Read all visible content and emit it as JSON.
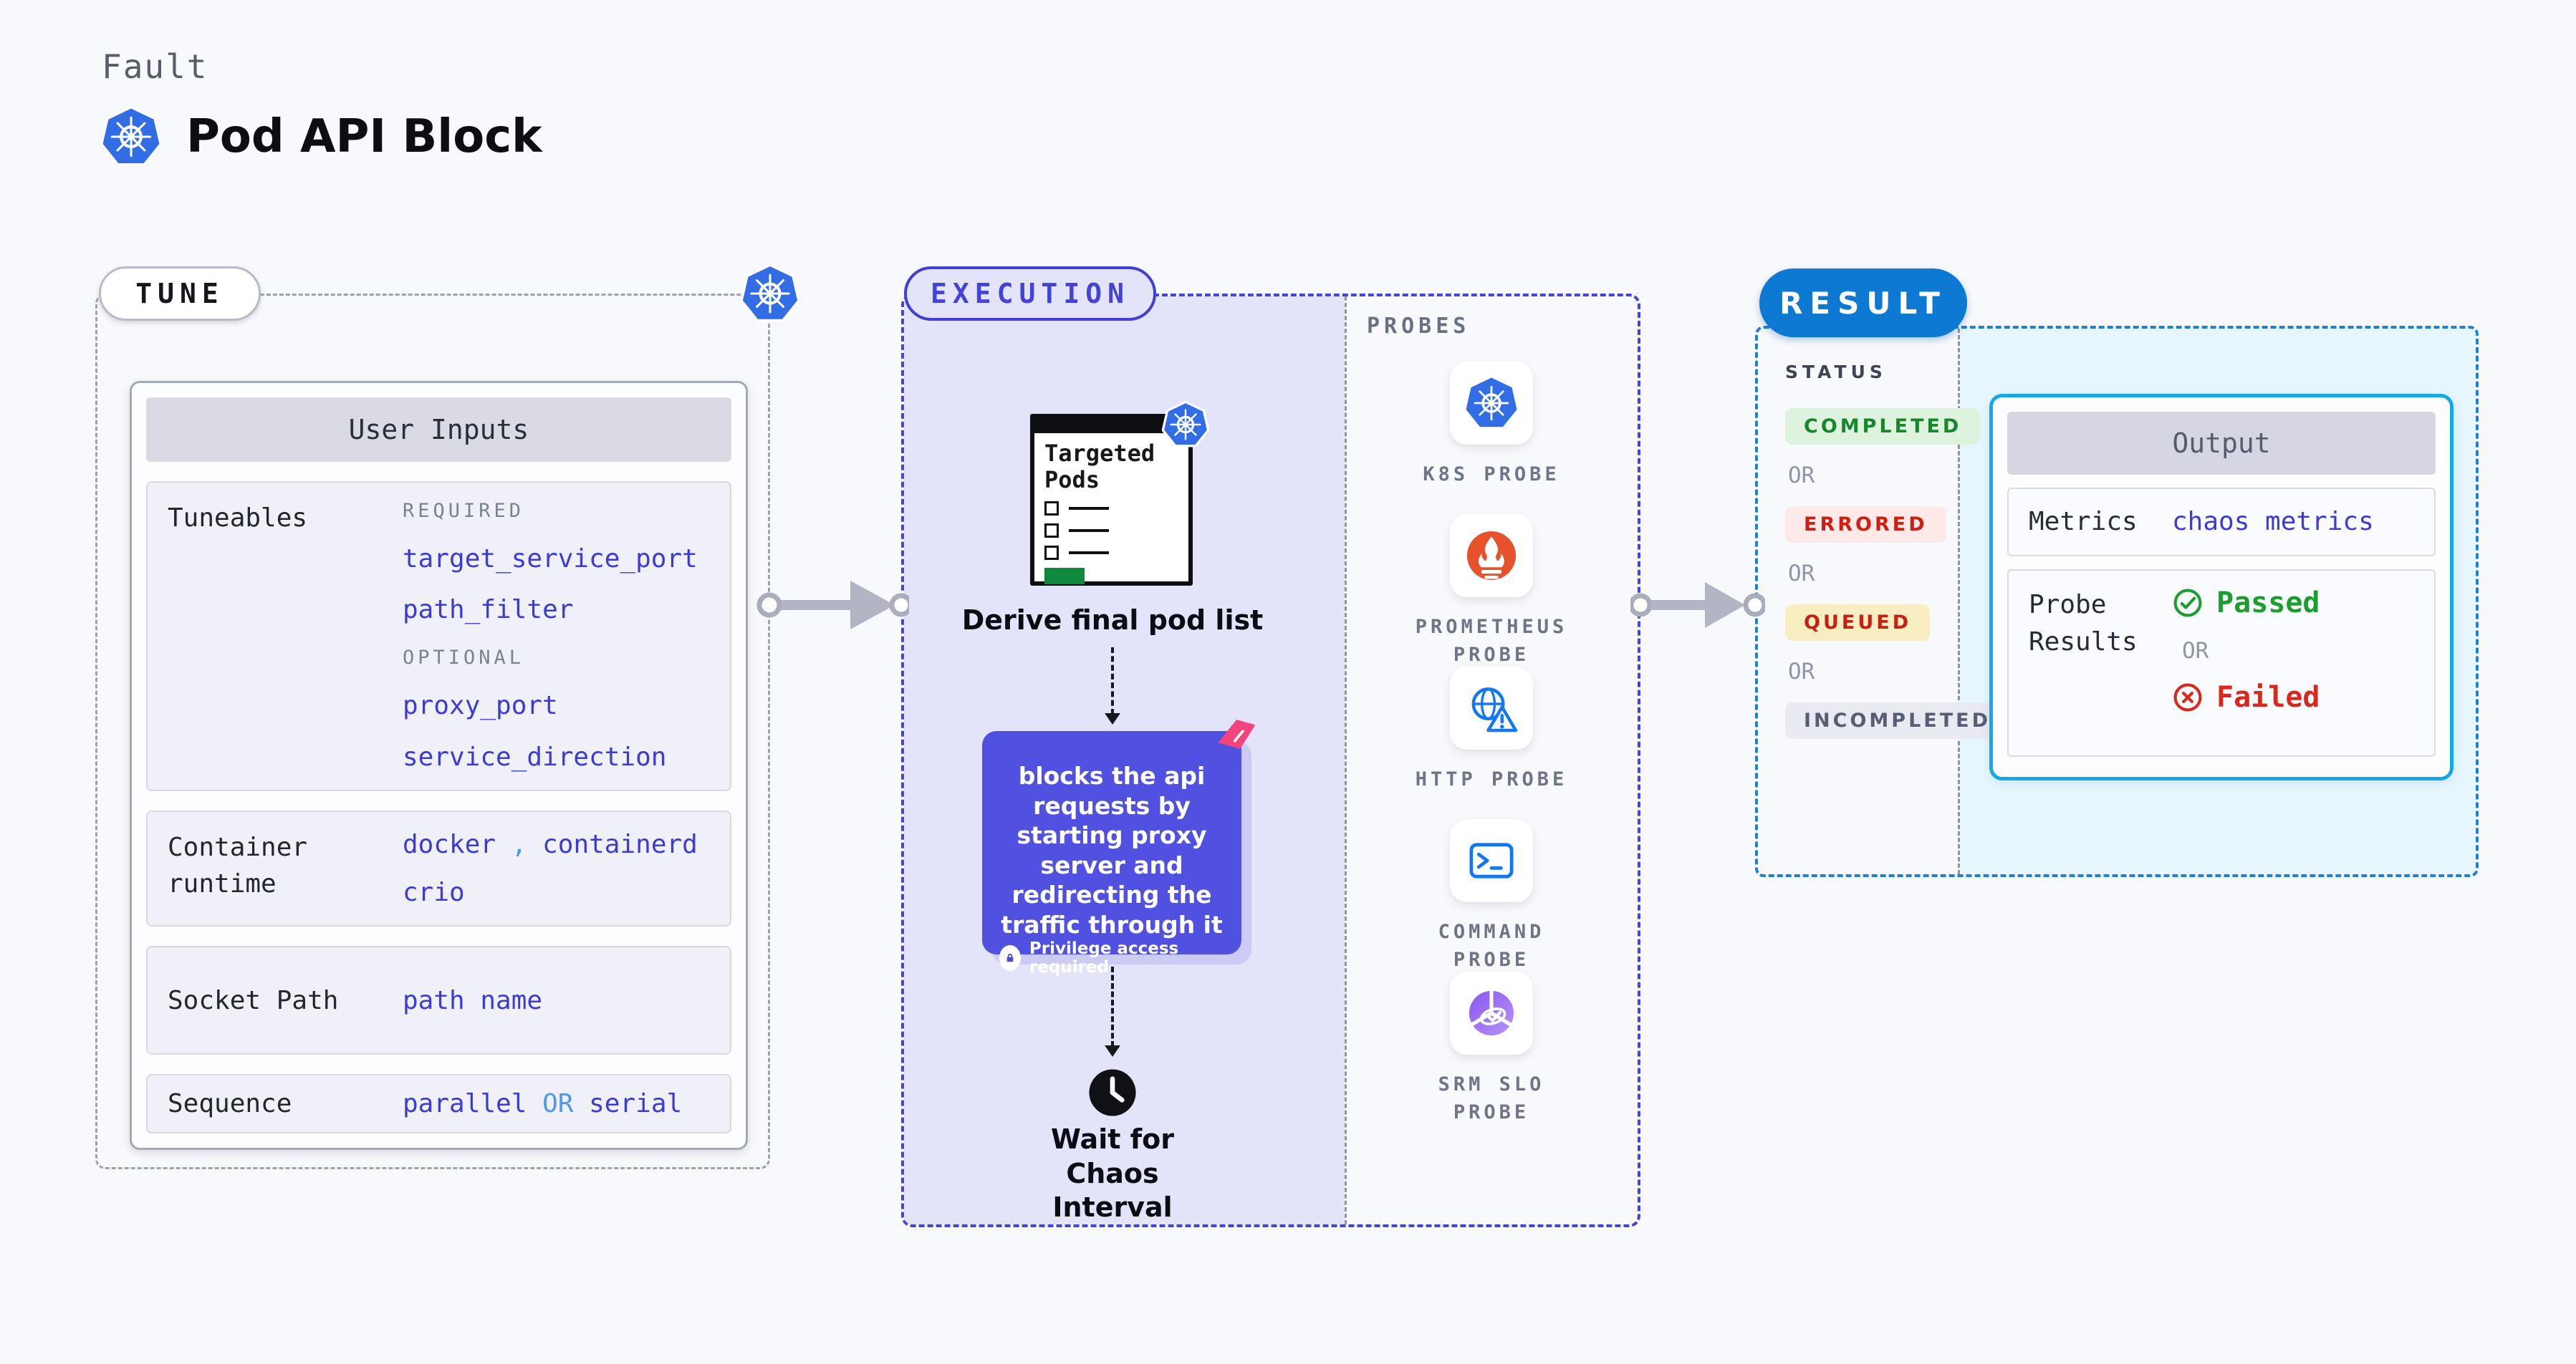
{
  "header": {
    "kicker": "Fault",
    "title": "Pod API Block",
    "logo_icon": "kubernetes-icon"
  },
  "tune": {
    "pill_label": "TUNE",
    "corner_icon": "kubernetes-icon",
    "user_inputs": {
      "header": "User Inputs",
      "tuneables": {
        "label": "Tuneables",
        "required_heading": "REQUIRED",
        "required_items": [
          "target_service_port",
          "path_filter"
        ],
        "optional_heading": "OPTIONAL",
        "optional_items": [
          "proxy_port",
          "service_direction"
        ]
      },
      "container_runtime": {
        "label": "Container runtime",
        "value_1": "docker",
        "separator": ",",
        "value_2": "containerd",
        "value_3": "crio"
      },
      "socket_path": {
        "label": "Socket Path",
        "value": "path name"
      },
      "sequence": {
        "label": "Sequence",
        "value_1": "parallel",
        "or": "OR",
        "value_2": "serial"
      }
    }
  },
  "execution": {
    "pill_label": "EXECUTION",
    "targeted_pods": {
      "title": "Targeted Pods",
      "badge_icon": "kubernetes-icon"
    },
    "derive_caption": "Derive final pod list",
    "description": "blocks the api requests by starting proxy server and redirecting the traffic through it",
    "privilege_note": "Privilege access required",
    "wait_caption": "Wait for Chaos Interval",
    "probes": {
      "heading": "PROBES",
      "items": [
        {
          "label": "K8S PROBE",
          "icon": "kubernetes-icon"
        },
        {
          "label": "PROMETHEUS PROBE",
          "icon": "prometheus-icon"
        },
        {
          "label": "HTTP PROBE",
          "icon": "http-probe-icon"
        },
        {
          "label": "COMMAND PROBE",
          "icon": "command-probe-icon"
        },
        {
          "label": "SRM SLO PROBE",
          "icon": "srm-slo-probe-icon"
        }
      ]
    }
  },
  "result": {
    "pill_label": "RESULT",
    "status_heading": "STATUS",
    "or_label": "OR",
    "statuses": [
      {
        "label": "COMPLETED",
        "kind": "completed"
      },
      {
        "label": "ERRORED",
        "kind": "errored"
      },
      {
        "label": "QUEUED",
        "kind": "queued"
      },
      {
        "label": "INCOMPLETED",
        "kind": "incompleted"
      }
    ],
    "output": {
      "header": "Output",
      "metrics_label": "Metrics",
      "metrics_value": "chaos metrics",
      "probe_results_label": "Probe Results",
      "passed_label": "Passed",
      "or_label": "OR",
      "failed_label": "Failed"
    }
  },
  "colors": {
    "page_background": "#f8f9fc",
    "accent_indigo": "#4545d5",
    "code_indigo": "#3b3bd8",
    "link_light_blue": "#4e97f5",
    "lavender_fill": "#e3e3fa",
    "result_blue": "#0e79d3",
    "output_cyan": "#16a7e6",
    "output_panel_blue": "#e7f6fd",
    "completed_green": "#17862c",
    "errored_red": "#cc2014",
    "queued_bg_yellow": "#f9eec2",
    "incompleted_gray": "#575d73",
    "passed_green": "#1b9e2e",
    "failed_red": "#d7281b",
    "kubernetes_blue": "#326de6",
    "prometheus_orange": "#e6522c",
    "srm_purple": "#9157f0",
    "chaos_pink": "#f4447d",
    "description_box_indigo": "#5151e1",
    "targeted_pods_green": "#0f8a3d"
  }
}
